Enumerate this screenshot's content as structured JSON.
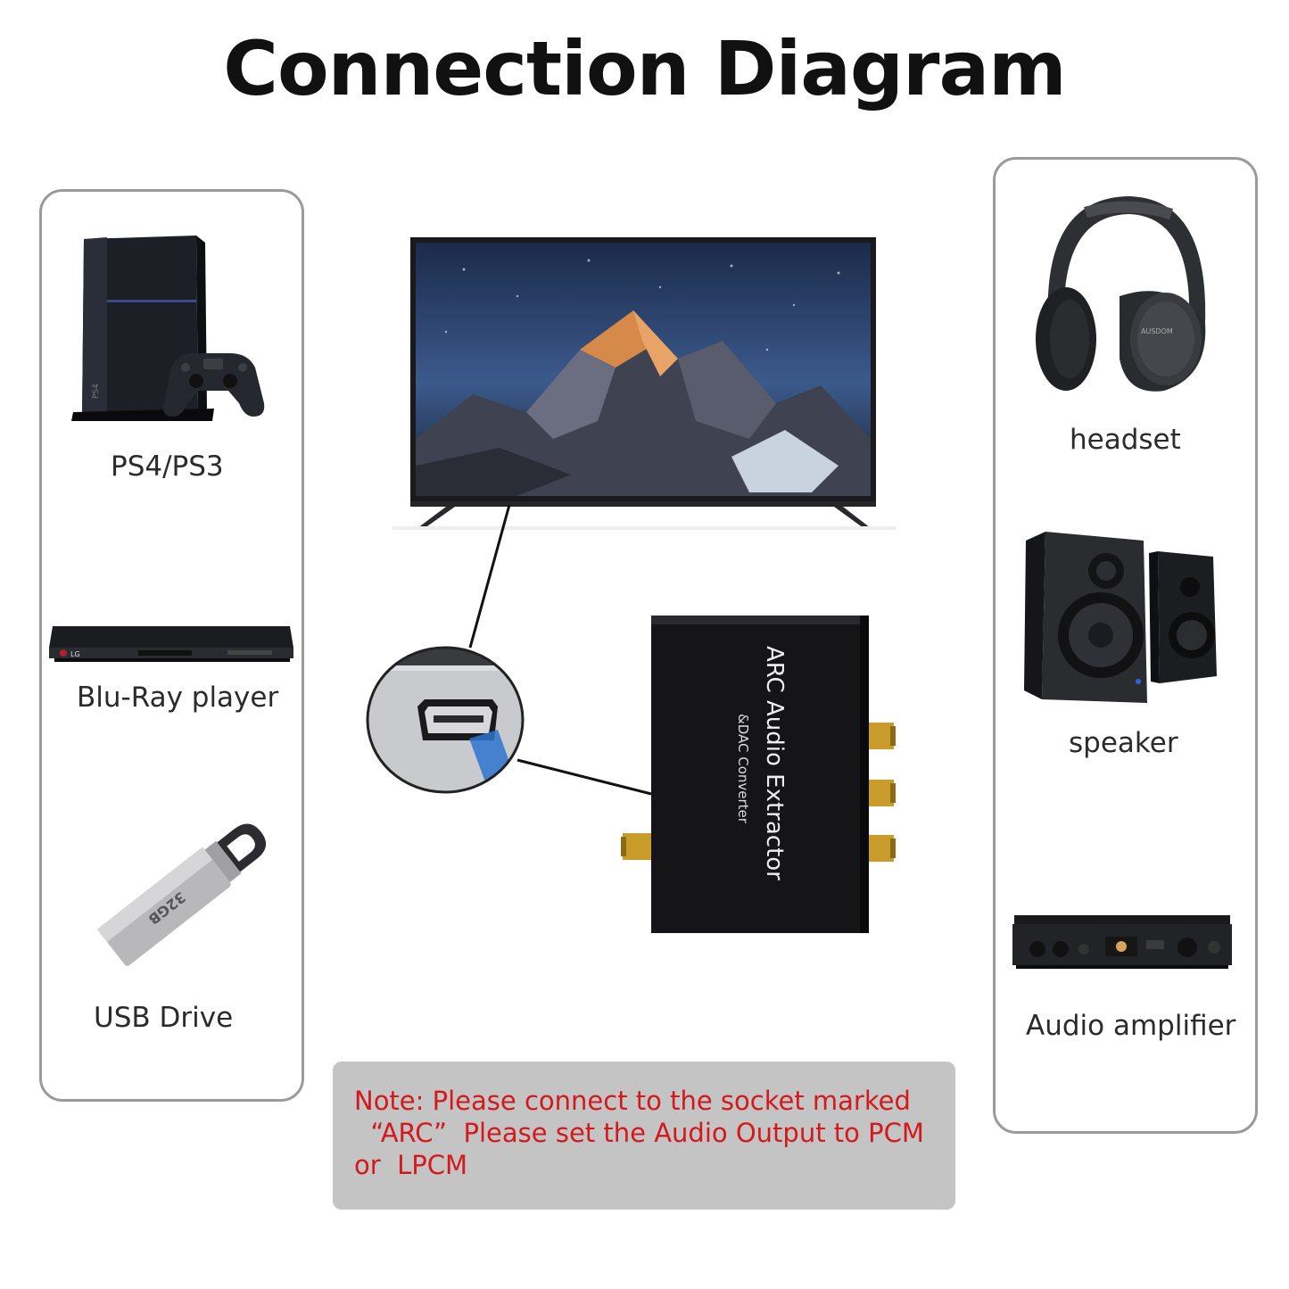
{
  "title": "Connection Diagram",
  "source_devices": [
    {
      "label": "PS4/PS3",
      "icon": "ps4-console-icon"
    },
    {
      "label": "Blu-Ray player",
      "icon": "bluray-player-icon"
    },
    {
      "label": "USB Drive",
      "icon": "usb-drive-icon"
    }
  ],
  "output_devices": [
    {
      "label": "headset",
      "icon": "headphones-icon"
    },
    {
      "label": "speaker",
      "icon": "speaker-icon"
    },
    {
      "label": "Audio amplifier",
      "icon": "audio-amplifier-icon"
    }
  ],
  "center": {
    "tv_icon": "television-icon",
    "port_closeup_icon": "hdmi-port-icon",
    "converter_icon": "arc-converter-icon",
    "converter_title": "ARC Audio Extractor",
    "converter_subtitle": "&DAC Converter",
    "bluray_brand": "LG",
    "usb_capacity": "32GB",
    "headset_brand": "AUSDOM"
  },
  "note": {
    "lines": [
      "Note: Please connect to the socket marked",
      "  “ARC”  Please set the Audio Output to PCM",
      "or  LPCM"
    ],
    "text_color": "#d3191c",
    "background": "#c4c4c4"
  }
}
